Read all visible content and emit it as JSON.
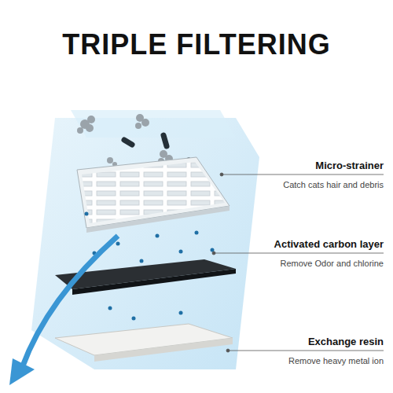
{
  "diagram": {
    "title": "TRIPLE FILTERING",
    "labels": [
      "Micro-strainer",
      "Catch cats hair and debris",
      "Activated carbon layer",
      "Remove Odor and chlorine",
      "Exchange resin",
      "Remove heavy metal ion"
    ]
  }
}
